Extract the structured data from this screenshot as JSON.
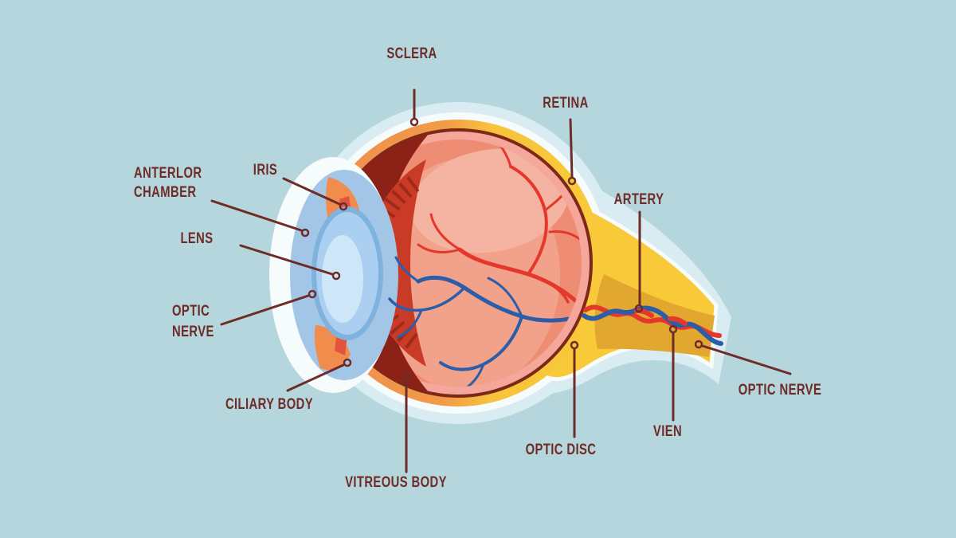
{
  "figure_subject": "Human eye anatomy cross-section diagram",
  "labels": {
    "sclera": "SCLERA",
    "retina": "RETINA",
    "anterior_chamber": {
      "line1": "ANTERLOR",
      "line2": "CHAMBER"
    },
    "iris": "IRIS",
    "lens": "LENS",
    "optic_nerve_left": {
      "line1": "OPTIC",
      "line2": "NERVE"
    },
    "ciliary_body": "CILIARY BODY",
    "vitreous_body": "VITREOUS BODY",
    "optic_disc": "OPTIC DISC",
    "artery": "ARTERY",
    "vien": "VIEN",
    "optic_nerve_right": "OPTIC NERVE"
  },
  "colors": {
    "background": "#b5d6dc",
    "label_text": "#6e2b28",
    "artery_red": "#e5372c",
    "vein_blue": "#2c5da8",
    "sclera_halo": "#d9ecf1",
    "sclera_white": "#f6fbfc",
    "choroid_orange": "#ef8d51",
    "choroid_yellow": "#f8ca3a",
    "retina_pink": "#f4a79a",
    "retina_rim": "#7e281a",
    "vitreous_salmon": "#ee8d74",
    "vitreous_light": "#f2a18a",
    "vitreous_lighter": "#f5b4a1",
    "lens_fill": "#aacff0",
    "lens_edge": "#80b2de",
    "lens_core": "#cde6f8",
    "anterior_chamber_blue": "#a4c6e6",
    "iris_orange": "#f08c4c",
    "ciliary_bright_red": "#c93b27",
    "ciliary_dark_maroon": "#8c2117",
    "optic_nerve_core": "#e2a72f",
    "zonule_red": "#e2543c"
  }
}
